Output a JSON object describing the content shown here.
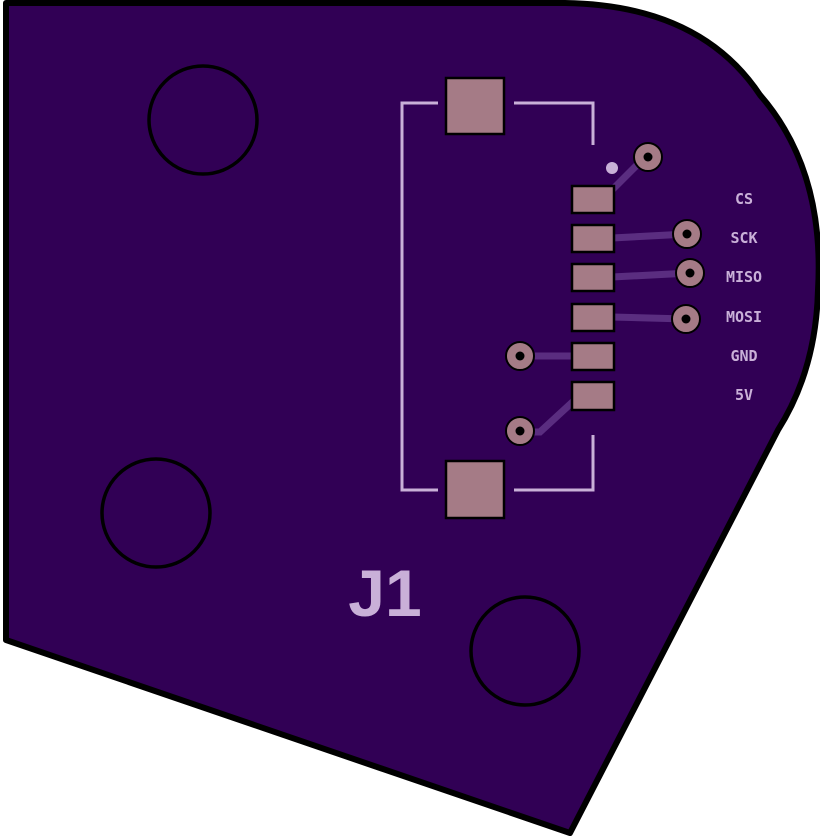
{
  "board": {
    "designator": "J1",
    "pin_labels": [
      "CS",
      "SCK",
      "MISO",
      "MOSI",
      "GND",
      "5V"
    ]
  },
  "colors": {
    "board_fill": "#310055",
    "board_outline": "#000000",
    "silkscreen": "#c9b0d8",
    "copper_pad": "#a57b86",
    "trace": "#5a2d80",
    "drill": "#000000"
  }
}
